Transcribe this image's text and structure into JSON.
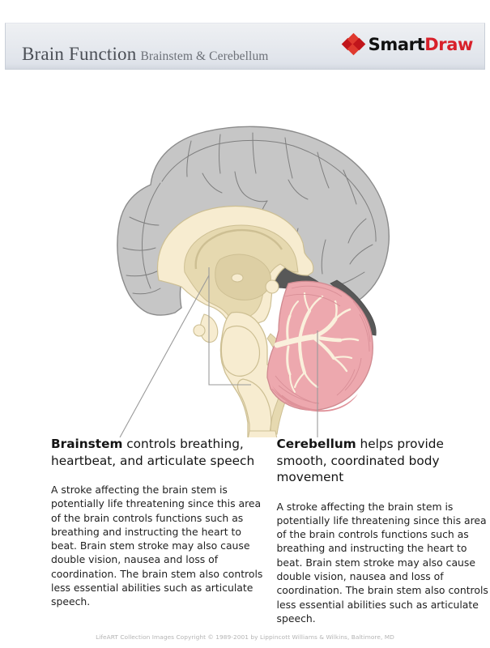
{
  "header": {
    "title_main": "Brain Function",
    "title_sub": "Brainstem & Cerebellum",
    "logo": {
      "mark": "red-diamonds-icon",
      "text_first": "Smart",
      "text_second": "Draw",
      "color_first": "#111111",
      "color_second": "#d8202a",
      "mark_color_dark": "#c1151b",
      "mark_color_light": "#e03a2f"
    },
    "band_color_top": "#eef0f3",
    "band_color_bottom": "#d3d8e0",
    "border_color": "#c9cfd8"
  },
  "illustration": {
    "name": "mid-sagittal-brain-section",
    "alt": "Mid-sagittal section of the human brain showing cerebrum, brainstem and cerebellum",
    "colors": {
      "cortex_gray": "#c6c6c6",
      "cortex_outline": "#8b8b8b",
      "sulci_line": "#7f7f7f",
      "corpus_callosum_cream": "#f7ecd0",
      "inner_structure_tan": "#e6d9b0",
      "deep_tan": "#ddcfa4",
      "tentorium_dark": "#585858",
      "cerebellum_pink": "#eda8ae",
      "cerebellum_pink_dark": "#e0929a",
      "arbor_vitae_cream": "#faf0dc",
      "leader_line": "#9a9a9a"
    },
    "labels": [
      {
        "name": "brainstem-bracket",
        "kind": "bracket"
      },
      {
        "name": "brainstem-leader-line",
        "kind": "diagonal-leader"
      },
      {
        "name": "cerebellum-leader-line",
        "kind": "vertical-leader"
      }
    ]
  },
  "callouts": [
    {
      "term": "Brainstem",
      "headline": " controls breathing, heartbeat, and articulate speech",
      "body": "A stroke affecting the brain stem is potentially life threatening since this area of the brain controls functions such as breathing and instructing the heart to beat. Brain stem stroke may also cause double vision, nausea and loss of coordination. The brain stem also controls less essential abilities such as articulate speech."
    },
    {
      "term": "Cerebellum",
      "headline": " helps provide smooth, coordinated body movement",
      "body": "A stroke affecting the brain stem is potentially life threatening since this area of the brain controls functions such as breathing and instructing the heart to beat. Brain stem stroke may also cause double vision, nausea and loss of coordination. The brain stem also controls less essential abilities such as articulate speech."
    }
  ],
  "footer": {
    "copyright": "LifeART Collection Images Copyright © 1989-2001 by Lippincott Williams & Wilkins, Baltimore, MD"
  }
}
